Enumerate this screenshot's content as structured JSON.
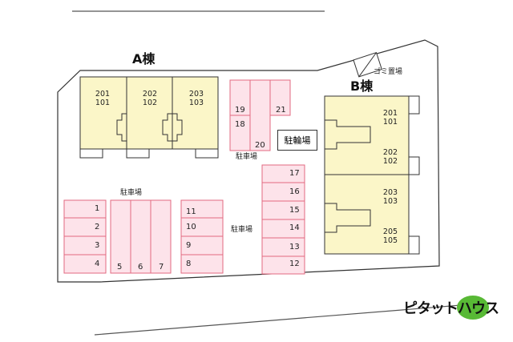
{
  "building_a": {
    "title": "A棟",
    "units": [
      {
        "upper": "201",
        "lower": "101"
      },
      {
        "upper": "202",
        "lower": "102"
      },
      {
        "upper": "203",
        "lower": "103"
      }
    ]
  },
  "building_b": {
    "title": "B棟",
    "units": [
      {
        "upper": "201",
        "lower": "101"
      },
      {
        "upper": "202",
        "lower": "102"
      },
      {
        "upper": "203",
        "lower": "103"
      },
      {
        "upper": "205",
        "lower": "105"
      }
    ]
  },
  "labels": {
    "garbage": "ゴミ置場",
    "bicycle": "駐輪場",
    "parking_top": "駐車場",
    "parking_left": "駐車場",
    "parking_mid": "駐車場"
  },
  "parking_spaces": {
    "left_stack": [
      "1",
      "2",
      "3",
      "4"
    ],
    "left_vertical": [
      "5",
      "6",
      "7"
    ],
    "center_stack": [
      "11",
      "10",
      "9",
      "8"
    ],
    "right_stack": [
      "17",
      "16",
      "15",
      "14",
      "13",
      "12"
    ],
    "top_group": [
      "19",
      "18",
      "20",
      "21"
    ]
  },
  "logo": {
    "text": "ピタットハウス"
  },
  "colors": {
    "building_fill": "#fbf6c8",
    "parking_fill": "#fde3ea",
    "parking_stroke": "#e26a80",
    "logo_green": "#58b935"
  }
}
